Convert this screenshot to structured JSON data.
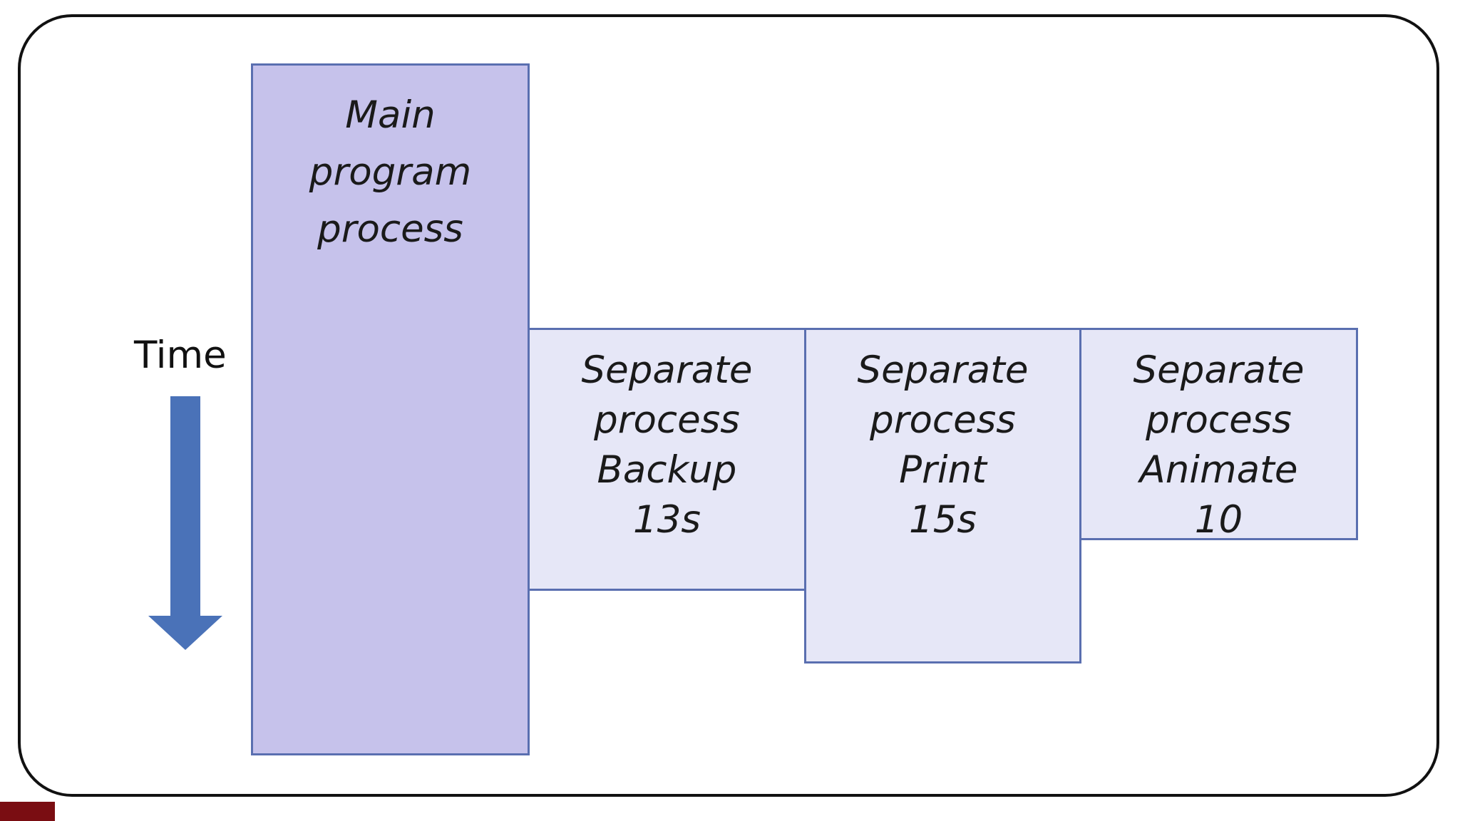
{
  "time_axis": {
    "label": "Time",
    "arrow_color": "#4a72b8",
    "arrow_direction": "down"
  },
  "main_process": {
    "lines": [
      "Main",
      "program",
      "process"
    ]
  },
  "separate_processes": [
    {
      "lines": [
        "Separate",
        "process",
        "Backup",
        "13s"
      ]
    },
    {
      "lines": [
        "Separate",
        "process",
        "Print",
        "15s"
      ]
    },
    {
      "lines": [
        "Separate",
        "process",
        "Animate",
        "10"
      ]
    }
  ],
  "colors": {
    "main_fill": "#c6c2eb",
    "separate_fill": "#e6e7f7",
    "box_border": "#5a6fb0",
    "frame_border": "#111111",
    "corner_mark": "#7a0d12"
  }
}
